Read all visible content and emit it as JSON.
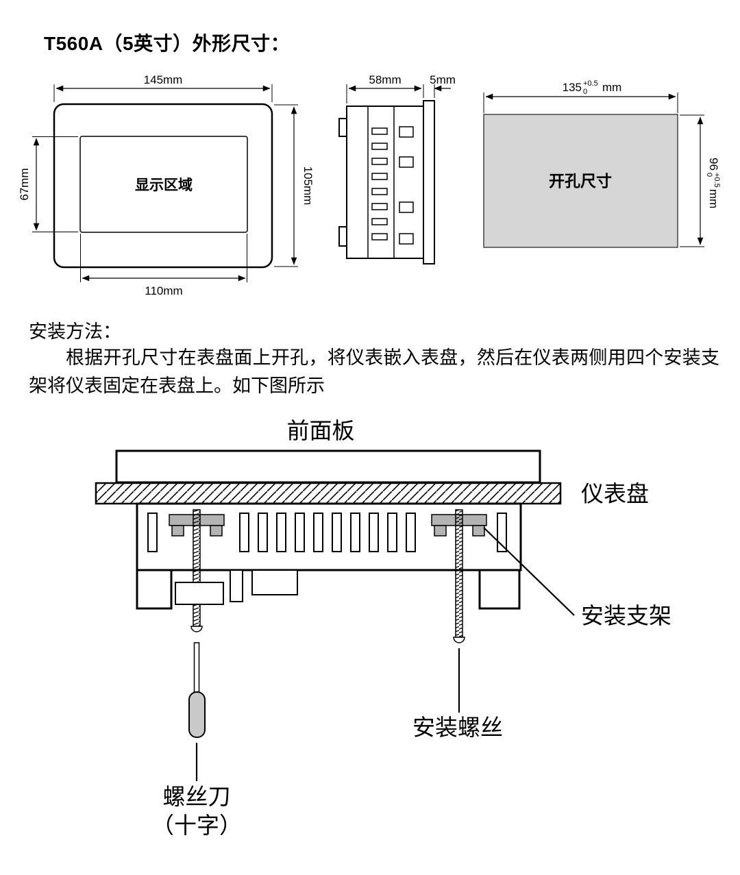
{
  "title": "T560A（5英寸）外形尺寸：",
  "front_view": {
    "width_dim": "145mm",
    "height_dim": "105mm",
    "display_height_dim": "67mm",
    "display_width_dim": "110mm",
    "display_label": "显示区域"
  },
  "side_view": {
    "depth_dim": "58mm",
    "bezel_dim": "5mm"
  },
  "cutout": {
    "label": "开孔尺寸",
    "width": {
      "value": "135",
      "tol_up": "+0.5",
      "tol_dn": "0",
      "unit": "mm"
    },
    "height": {
      "value": "96",
      "tol_up": "+0.5",
      "tol_dn": "0",
      "unit": "mm"
    }
  },
  "install": {
    "heading": "安装方法：",
    "paragraph": "根据开孔尺寸在表盘面上开孔，将仪表嵌入表盘，然后在仪表两侧用四个安装支架将仪表固定在表盘上。如下图所示",
    "labels": {
      "front_panel": "前面板",
      "instrument_panel": "仪表盘",
      "bracket": "安装支架",
      "screw": "安装螺丝",
      "screwdriver": "螺丝刀",
      "screwdriver_type": "（十字）"
    }
  },
  "colors": {
    "cutout_fill": "#d6d6d6",
    "bracket_fill": "#b3b3b3",
    "handle_fill": "#c9c9c9"
  }
}
